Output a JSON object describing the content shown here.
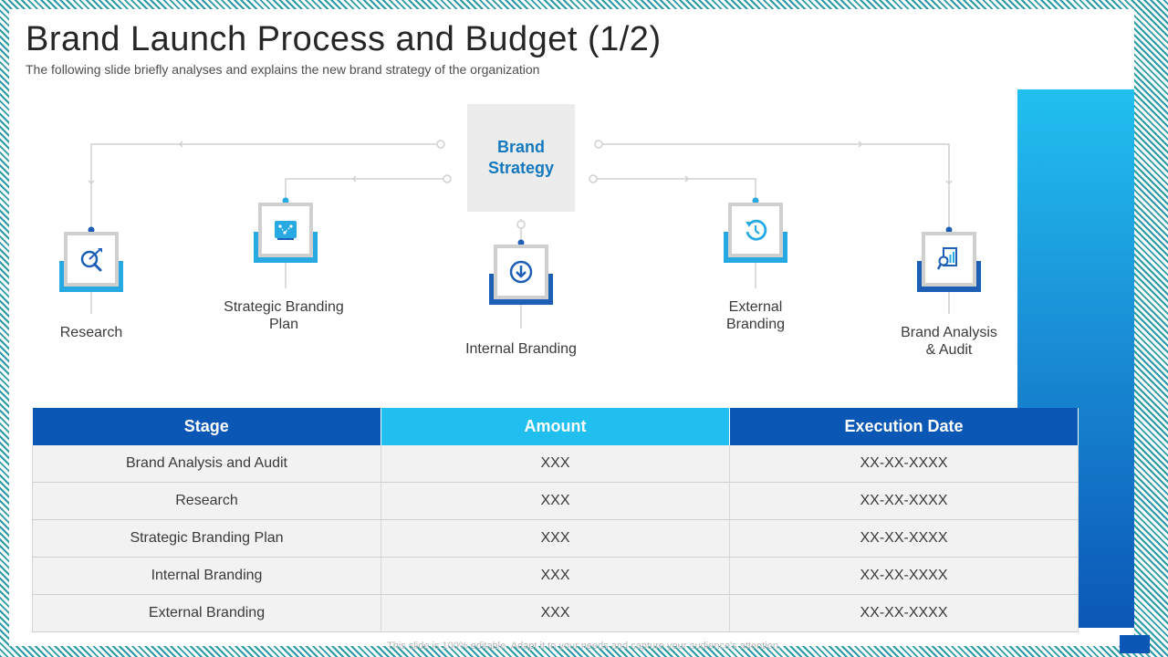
{
  "slide": {
    "title": "Brand Launch Process and Budget (1/2)",
    "subtitle": "The following slide briefly analyses and explains the new brand strategy of the organization",
    "footer_note": "This slide is 100% editable. Adapt it to your needs and capture your audience's attention."
  },
  "process": {
    "center": "Brand\nStrategy",
    "steps": [
      {
        "label": "Research",
        "icon": "target-magnifier-icon"
      },
      {
        "label": "Strategic Branding\nPlan",
        "icon": "strategy-board-icon"
      },
      {
        "label": "Internal  Branding",
        "icon": "download-circle-icon"
      },
      {
        "label": "External\nBranding",
        "icon": "refresh-circle-icon"
      },
      {
        "label": "Brand Analysis\n& Audit",
        "icon": "analysis-report-icon"
      }
    ]
  },
  "table": {
    "headers": [
      "Stage",
      "Amount",
      "Execution Date"
    ],
    "rows": [
      [
        "Brand Analysis and Audit",
        "XXX",
        "XX-XX-XXXX"
      ],
      [
        "Research",
        "XXX",
        "XX-XX-XXXX"
      ],
      [
        "Strategic Branding Plan",
        "XXX",
        "XX-XX-XXXX"
      ],
      [
        "Internal  Branding",
        "XXX",
        "XX-XX-XXXX"
      ],
      [
        "External Branding",
        "XXX",
        "XX-XX-XXXX"
      ]
    ]
  },
  "colors": {
    "dark_blue": "#0b57b6",
    "light_blue": "#21bef0",
    "accent_text": "#1479bf",
    "connector_gray": "#d0d0d0"
  }
}
